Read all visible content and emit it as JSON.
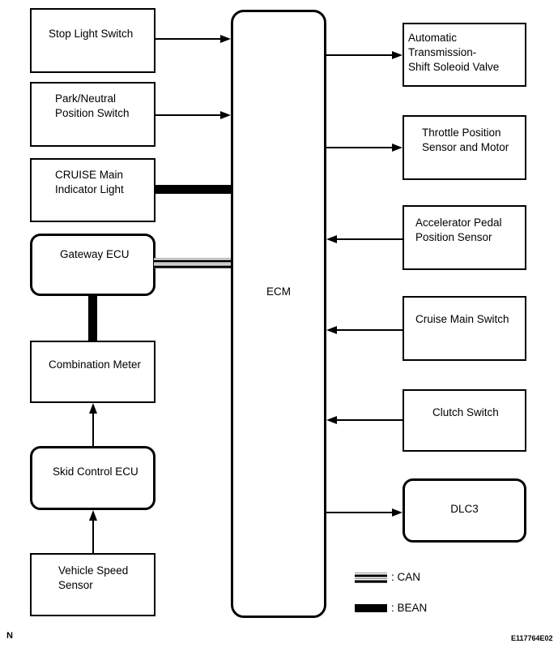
{
  "diagram": {
    "ecm": {
      "label": "ECM"
    },
    "left_nodes": [
      {
        "label": "Stop Light Switch"
      },
      {
        "label": "Park/Neutral\nPosition Switch"
      },
      {
        "label": "CRUISE Main\nIndicator Light"
      },
      {
        "label": "Gateway ECU"
      },
      {
        "label": "Combination Meter"
      },
      {
        "label": "Skid Control ECU"
      },
      {
        "label": "Vehicle Speed\nSensor"
      }
    ],
    "right_nodes": [
      {
        "label": "Automatic Transmission-\nShift Soleoid Valve"
      },
      {
        "label": "Throttle Position\nSensor and Motor"
      },
      {
        "label": "Accelerator Pedal\nPosition Sensor"
      },
      {
        "label": "Cruise Main Switch"
      },
      {
        "label": "Clutch Switch"
      },
      {
        "label": "DLC3"
      }
    ],
    "connections": [
      {
        "from": "Stop Light Switch",
        "to": "ECM",
        "type": "arrow"
      },
      {
        "from": "Park/Neutral Position Switch",
        "to": "ECM",
        "type": "arrow"
      },
      {
        "from": "CRUISE Main Indicator Light",
        "to": "ECM",
        "type": "BEAN"
      },
      {
        "from": "Gateway ECU",
        "to": "ECM",
        "type": "CAN"
      },
      {
        "from": "Gateway ECU",
        "to": "Combination Meter",
        "type": "BEAN"
      },
      {
        "from": "Skid Control ECU",
        "to": "Combination Meter",
        "type": "arrow"
      },
      {
        "from": "Vehicle Speed Sensor",
        "to": "Skid Control ECU",
        "type": "arrow"
      },
      {
        "from": "ECM",
        "to": "Automatic Transmission-Shift Soleoid Valve",
        "type": "arrow"
      },
      {
        "from": "ECM",
        "to": "Throttle Position Sensor and Motor",
        "type": "arrow"
      },
      {
        "from": "Accelerator Pedal Position Sensor",
        "to": "ECM",
        "type": "arrow"
      },
      {
        "from": "Cruise Main Switch",
        "to": "ECM",
        "type": "arrow"
      },
      {
        "from": "Clutch Switch",
        "to": "ECM",
        "type": "arrow"
      },
      {
        "from": "ECM",
        "to": "DLC3",
        "type": "arrow"
      }
    ],
    "legend": {
      "can_label": ": CAN",
      "bean_label": ": BEAN"
    },
    "footnotes": {
      "bottom_left": "N",
      "bottom_right": "E117764E02"
    },
    "colors": {
      "line": "#000000",
      "background": "#ffffff"
    }
  }
}
